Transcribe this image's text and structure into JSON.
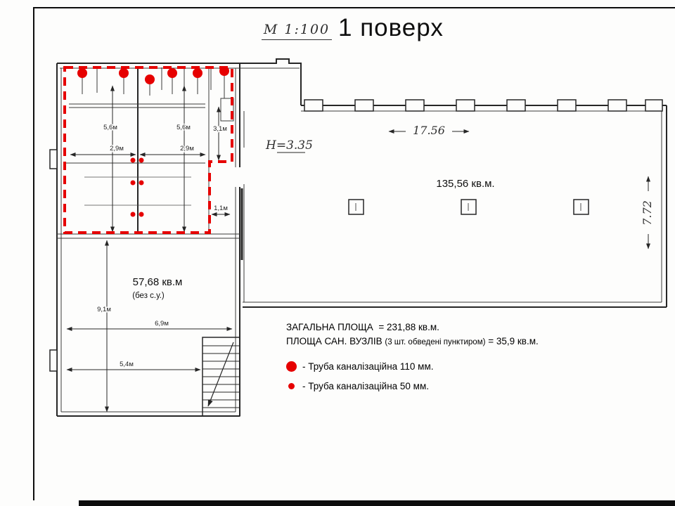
{
  "page": {
    "title_scale": "М 1:100",
    "title_floor": "1 поверх"
  },
  "plan": {
    "height_label": "Н=3.35",
    "width_label": "17.56",
    "depth_label": "7.72",
    "hall_area": "135,56 кв.м.",
    "room_area": "57,68 кв.м",
    "room_area_note": "(без с.у.)",
    "dim_56_left": "5,6м",
    "dim_56_right": "5,6м",
    "dim_31": "3,1м",
    "dim_29_left": "2,9м",
    "dim_29_right": "2,9м",
    "dim_11": "1,1м",
    "dim_91": "9,1м",
    "dim_69": "6,9м",
    "dim_54": "5,4м"
  },
  "legend": {
    "total_area": "ЗАГАЛЬНА ПЛОЩА  = 231,88 кв.м.",
    "san_label": "ПЛОЩА САН. ВУЗЛІВ ",
    "san_note": "(3 шт. обведені пунктиром)",
    "san_value": " = 35,9 кв.м.",
    "pipe_110": "- Труба каналізаційна 110 мм.",
    "pipe_50": "- Труба каналізаційна 50 мм."
  },
  "colors": {
    "pipe_red": "#e60000",
    "wall_ink": "#262626"
  }
}
